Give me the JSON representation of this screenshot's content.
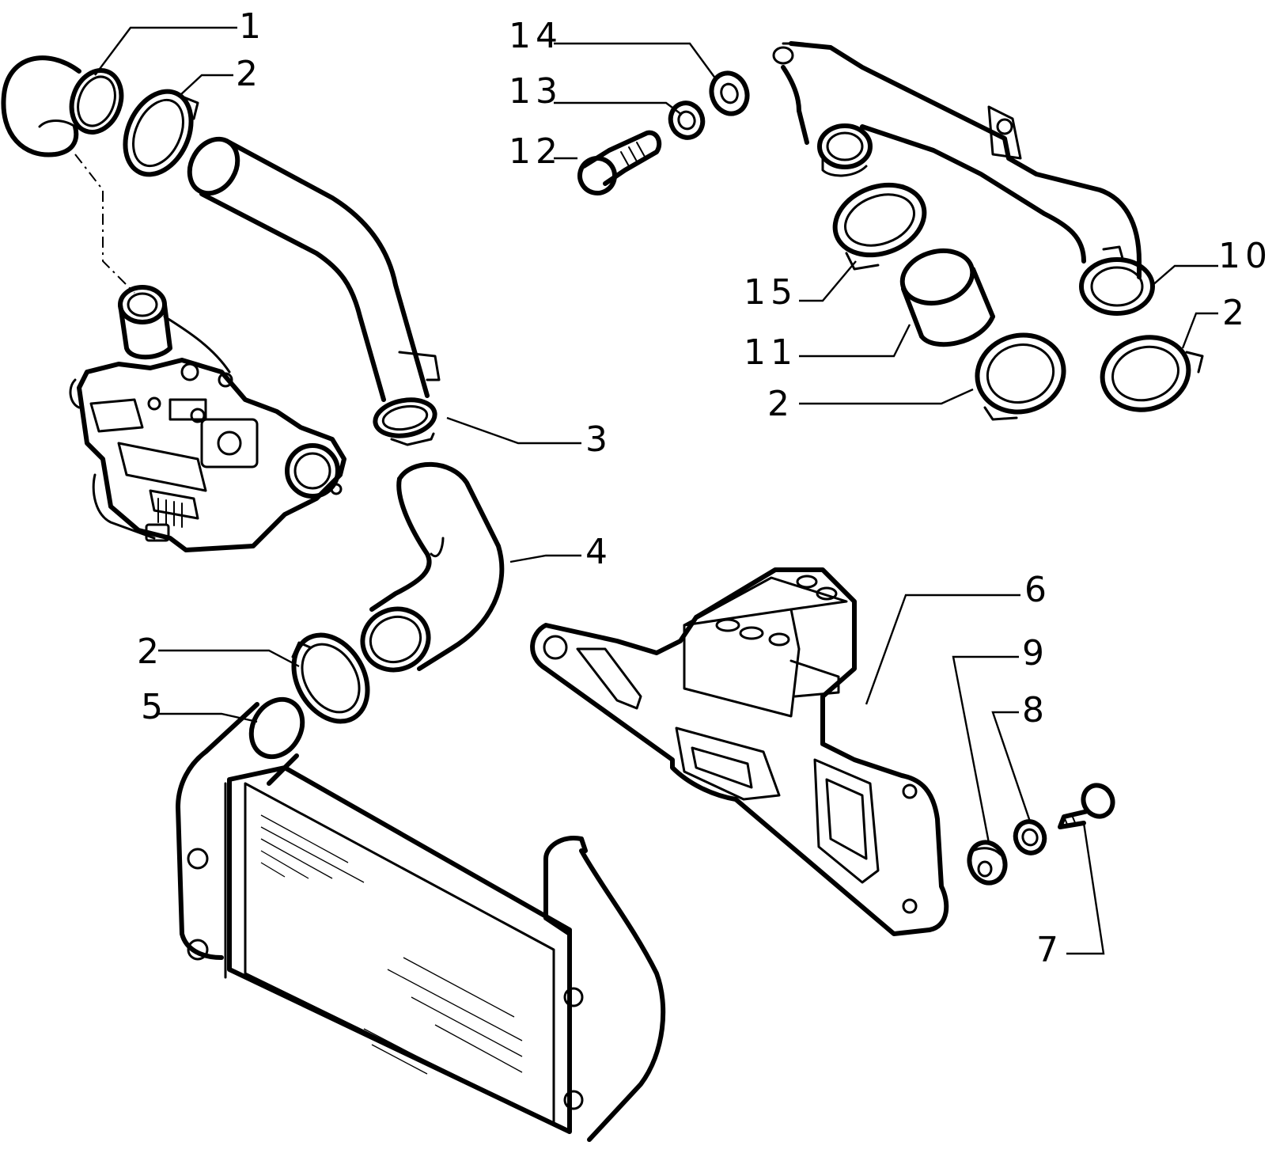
{
  "callouts": [
    {
      "id": "c1",
      "label": "1"
    },
    {
      "id": "c2a",
      "label": "2"
    },
    {
      "id": "c2b",
      "label": "2"
    },
    {
      "id": "c2c",
      "label": "2"
    },
    {
      "id": "c2d",
      "label": "2"
    },
    {
      "id": "c3",
      "label": "3"
    },
    {
      "id": "c4",
      "label": "4"
    },
    {
      "id": "c5",
      "label": "5"
    },
    {
      "id": "c6",
      "label": "6"
    },
    {
      "id": "c7",
      "label": "7"
    },
    {
      "id": "c8",
      "label": "8"
    },
    {
      "id": "c9",
      "label": "9"
    },
    {
      "id": "c10",
      "label": "10"
    },
    {
      "id": "c11",
      "label": "11"
    },
    {
      "id": "c12",
      "label": "12"
    },
    {
      "id": "c13",
      "label": "13"
    },
    {
      "id": "c14",
      "label": "14"
    },
    {
      "id": "c15",
      "label": "15"
    }
  ]
}
